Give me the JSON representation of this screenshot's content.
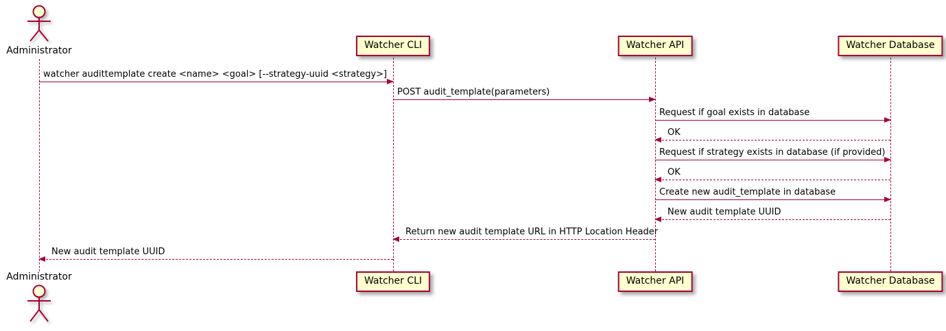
{
  "diagram_type": "sequence",
  "actor": {
    "label": "Administrator"
  },
  "participants": [
    {
      "label": "Watcher CLI"
    },
    {
      "label": "Watcher API"
    },
    {
      "label": "Watcher Database"
    }
  ],
  "messages": [
    {
      "text": "watcher audittemplate create <name> <goal> [--strategy-uuid <strategy>]",
      "from": "Administrator",
      "to": "Watcher CLI",
      "line": "solid",
      "direction": "right"
    },
    {
      "text": "POST audit_template(parameters)",
      "from": "Watcher CLI",
      "to": "Watcher API",
      "line": "solid",
      "direction": "right"
    },
    {
      "text": "Request if goal exists in database",
      "from": "Watcher API",
      "to": "Watcher Database",
      "line": "solid",
      "direction": "right"
    },
    {
      "text": "OK",
      "from": "Watcher Database",
      "to": "Watcher API",
      "line": "dashed",
      "direction": "left"
    },
    {
      "text": "Request if strategy exists in database (if provided)",
      "from": "Watcher API",
      "to": "Watcher Database",
      "line": "solid",
      "direction": "right"
    },
    {
      "text": "OK",
      "from": "Watcher Database",
      "to": "Watcher API",
      "line": "dashed",
      "direction": "left"
    },
    {
      "text": "Create new audit_template in database",
      "from": "Watcher API",
      "to": "Watcher Database",
      "line": "solid",
      "direction": "right"
    },
    {
      "text": "New audit template UUID",
      "from": "Watcher Database",
      "to": "Watcher API",
      "line": "dashed",
      "direction": "left"
    },
    {
      "text": "Return new audit template URL in HTTP Location Header",
      "from": "Watcher API",
      "to": "Watcher CLI",
      "line": "dashed",
      "direction": "left"
    },
    {
      "text": "New audit template UUID",
      "from": "Watcher CLI",
      "to": "Administrator",
      "line": "dashed",
      "direction": "left"
    }
  ],
  "colors": {
    "accent": "#A80036",
    "participant_fill": "#FEFECE",
    "text": "#000000",
    "background": "#FFFFFF"
  }
}
